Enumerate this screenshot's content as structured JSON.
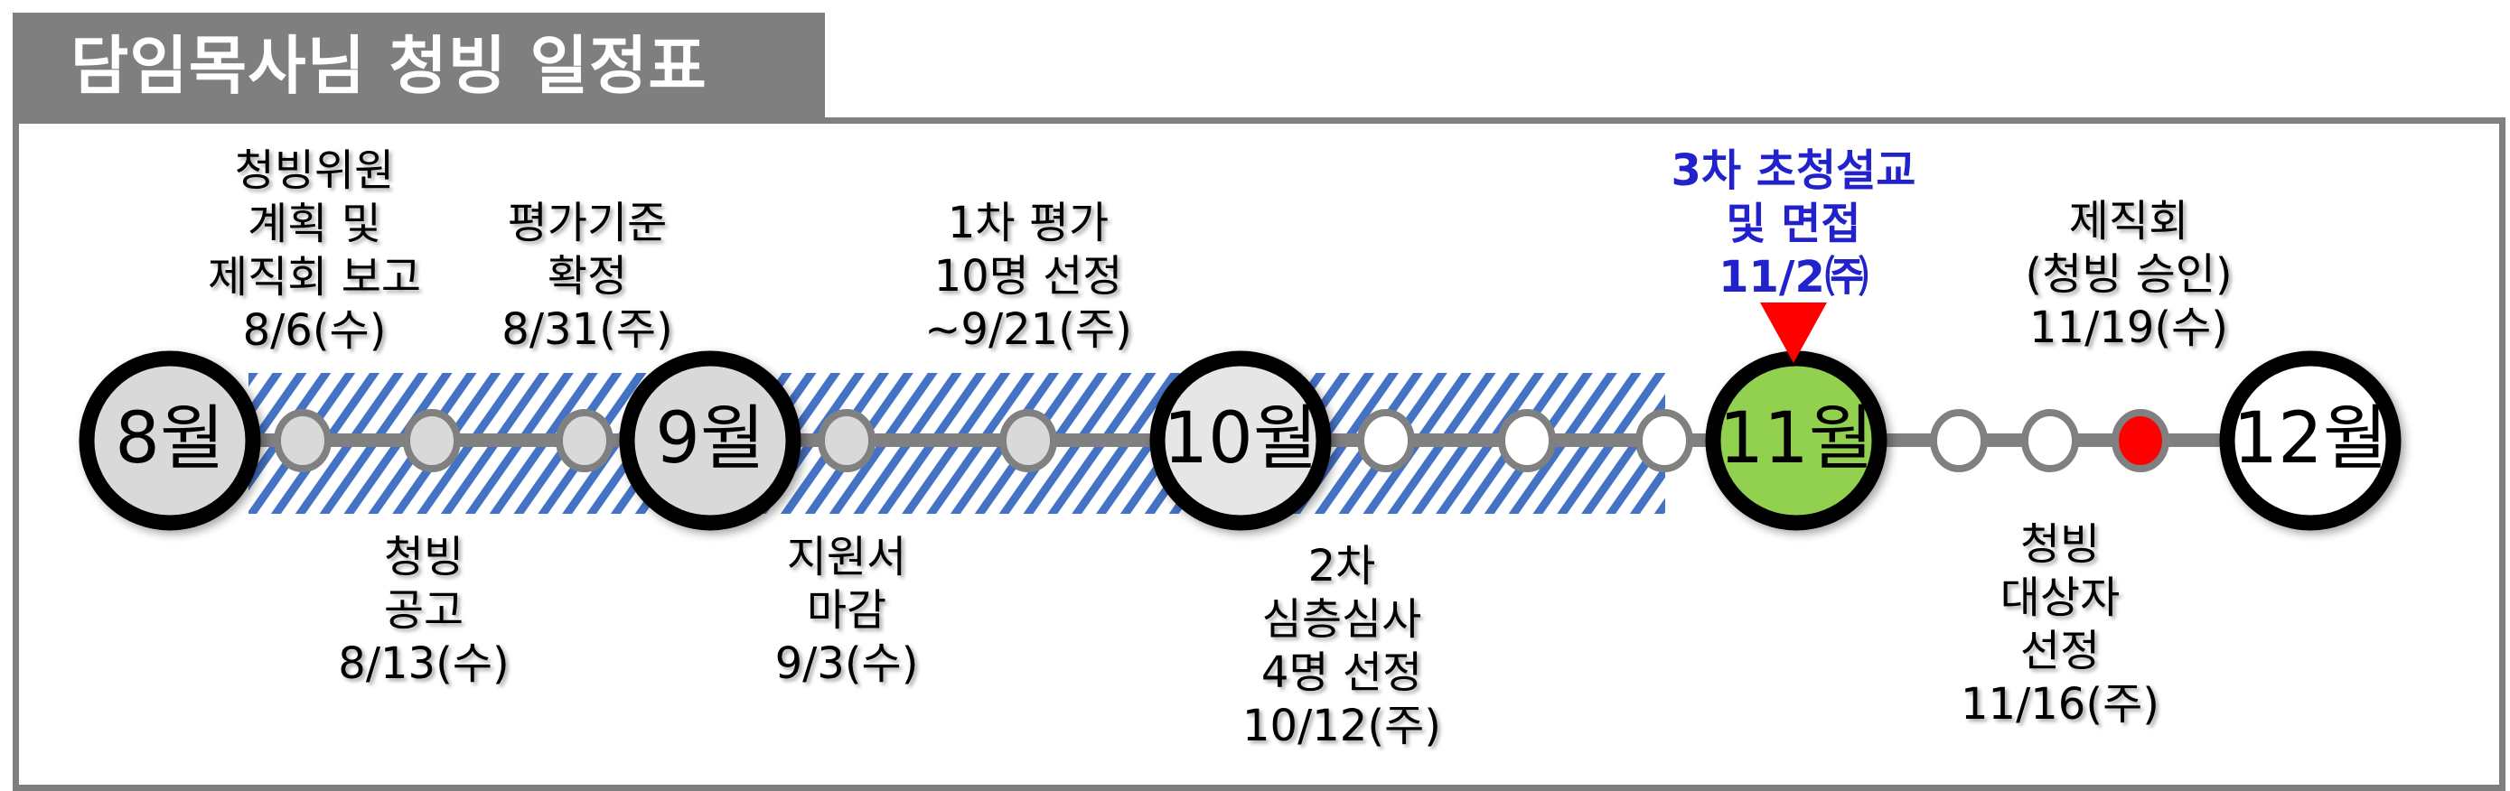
{
  "title": "담임목사님 청빙 일정표",
  "months": [
    {
      "label": "8월",
      "fill": "#d9d9d9"
    },
    {
      "label": "9월",
      "fill": "#d9d9d9"
    },
    {
      "label": "10월",
      "fill": "#e6e6e6"
    },
    {
      "label": "11월",
      "fill": "#92d050"
    },
    {
      "label": "12월",
      "fill": "#ffffff"
    }
  ],
  "events_top": [
    {
      "lines": [
        "청빙위원",
        "계획 및",
        "제직회 보고",
        "8/6(수)"
      ]
    },
    {
      "lines": [
        "평가기준",
        "확정",
        "8/31(주)"
      ]
    },
    {
      "lines": [
        "1차 평가",
        "10명 선정",
        "~9/21(주)"
      ]
    },
    {
      "lines": [
        "3차 초청설교",
        "및 면접",
        "11/2㈜"
      ],
      "highlight": true
    },
    {
      "lines": [
        "제직회",
        "(청빙 승인)",
        "11/19(수)"
      ]
    }
  ],
  "events_bottom": [
    {
      "lines": [
        "청빙",
        "공고",
        "8/13(수)"
      ]
    },
    {
      "lines": [
        "지원서",
        "마감",
        "9/3(수)"
      ]
    },
    {
      "lines": [
        "2차",
        "심층심사",
        "4명 선정",
        "10/12(주)"
      ]
    },
    {
      "lines": [
        "청빙",
        "대상자",
        "선정",
        "11/16(주)"
      ]
    }
  ],
  "colors": {
    "title_bg": "#7f7f7f",
    "line": "#808080",
    "hatch": "#4472c4",
    "highlight_text": "#2222cc",
    "marker": "#ff0000",
    "current_month": "#92d050"
  }
}
